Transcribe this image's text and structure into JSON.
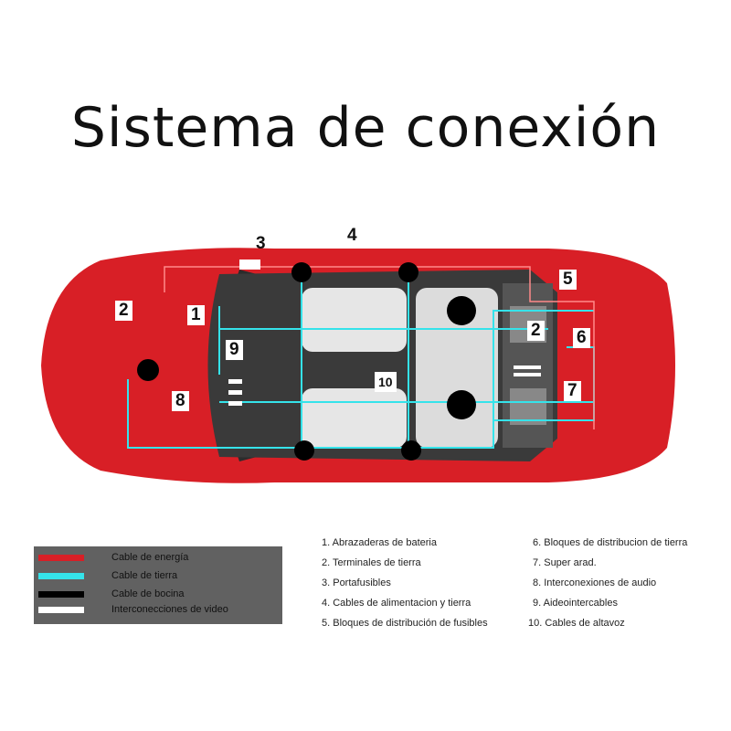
{
  "title": "Sistema de conexión",
  "colors": {
    "body": "#d81f26",
    "ground": "#35e3ea",
    "power": "#d81f26",
    "speaker": "#000000",
    "video": "#ffffff"
  },
  "labels": [
    "3",
    "4",
    "2",
    "1",
    "5",
    "2",
    "6",
    "9",
    "8",
    "10",
    "7"
  ],
  "legend": [
    {
      "color": "#d81f26",
      "text": "Cable de energía"
    },
    {
      "color": "#35e3ea",
      "text": "Cable de tierra"
    },
    {
      "color": "#000000",
      "text": "Cable de bocina"
    },
    {
      "color": "#ffffff",
      "text": "Interconecciones de video"
    }
  ],
  "items": [
    "1. Abrazaderas de bateria",
    "2. Terminales de tierra",
    "3. Portafusibles",
    "4. Cables de  alimentacion y tierra",
    "5. Bloques de distribución de fusibles",
    "6. Bloques de distribucion de tierra",
    "7. Super arad.",
    "8. Interconexiones de audio",
    "9. Aideointercables",
    "10. Cables de altavoz"
  ]
}
